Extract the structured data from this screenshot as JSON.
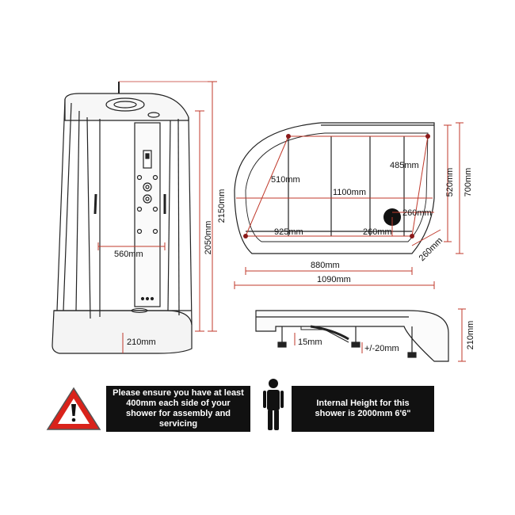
{
  "colors": {
    "dimension_line": "#c0392b",
    "outline": "#222222",
    "warning_red": "#d9231b",
    "notice_bg": "#111111"
  },
  "front_view": {
    "height_total": "2150mm",
    "height_inner": "2050mm",
    "door_width": "560mm",
    "tray_height": "210mm"
  },
  "plan_view": {
    "diagonal_left": "510mm",
    "diagonal_right": "485mm",
    "inner_width": "1100mm",
    "front_inner": "925mm",
    "waste_offset_x": "260mm",
    "waste_offset_y": "260mm",
    "corner_offset": "260mm",
    "depth_inner": "520mm",
    "depth_total": "700mm",
    "width_inner": "880mm",
    "width_total": "1090mm"
  },
  "side_view": {
    "gap": "15mm",
    "leg_adjust": "+/-20mm",
    "height": "210mm"
  },
  "notices": {
    "clearance_lines": [
      "Please ensure you have at least",
      "400mm each side of your",
      "shower for assembly and",
      "servicing"
    ],
    "height_lines": [
      "Internal Height for this",
      "shower is 2000mm 6'6\""
    ]
  },
  "icons": {
    "warning": "warning-triangle-icon",
    "person": "person-silhouette-icon"
  }
}
